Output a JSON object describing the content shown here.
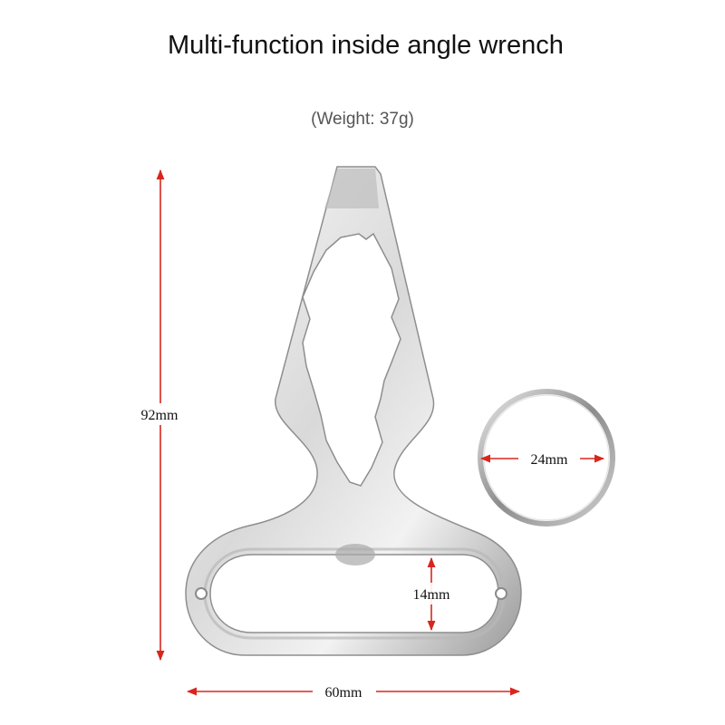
{
  "title": "Multi-function inside angle wrench",
  "subtitle": "(Weight: 37g)",
  "dimensions": {
    "height": "92mm",
    "width": "60mm",
    "ring_diameter": "24mm",
    "slot_height": "14mm"
  },
  "colors": {
    "dimension_line": "#d8261d",
    "metal_light": "#f4f4f4",
    "metal_dark": "#8a8a8a"
  }
}
